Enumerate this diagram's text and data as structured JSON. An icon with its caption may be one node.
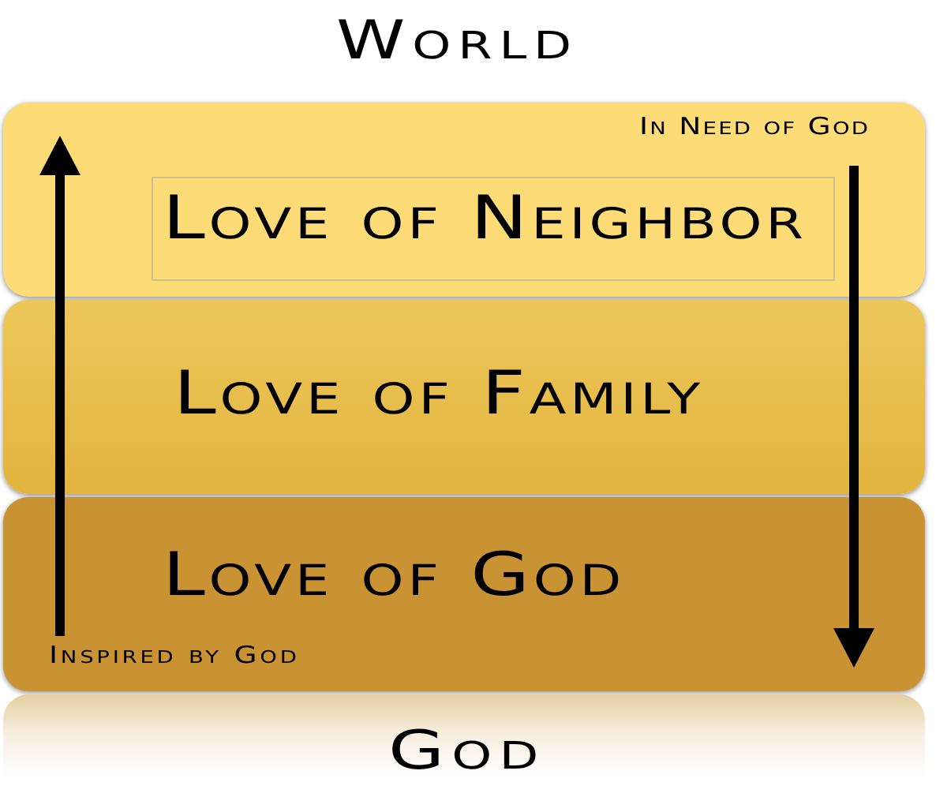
{
  "diagram": {
    "nodes": [
      {
        "text": [],
        "shape": "box"
      },
      {
        "text": [
          "Love of Neighbor"
        ],
        "in": 0
      },
      {
        "text": [
          "Love of Family"
        ]
      },
      {
        "text": [
          "Love of God"
        ]
      },
      {
        "text": [
          "God"
        ]
      }
    ],
    "labels": [
      "World",
      "In Need of God",
      "Inspired by God"
    ]
  }
}
